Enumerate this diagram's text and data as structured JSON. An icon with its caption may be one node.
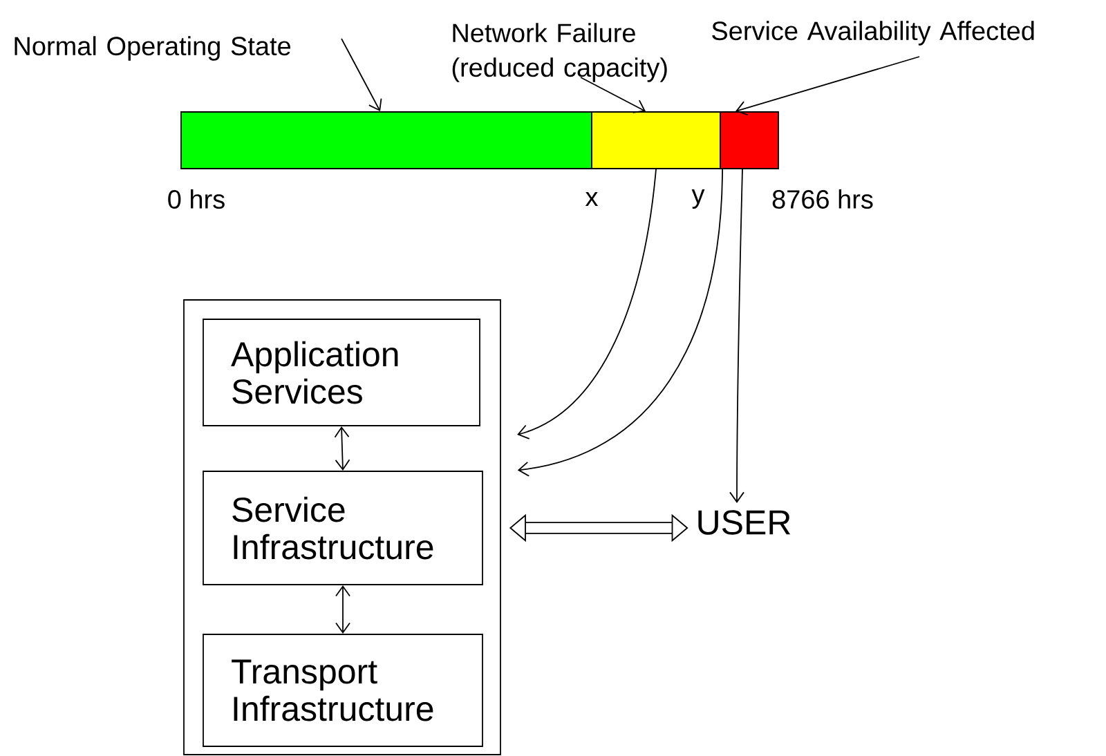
{
  "diagram": {
    "nodes": [
      {
        "text": [
          "Normal Operating State"
        ]
      },
      {
        "text": [
          "Network Failure (reduced capacity)"
        ]
      },
      {
        "text": [
          "Service Availability Affected"
        ]
      },
      {
        "text": [],
        "shape": "bar"
      },
      {
        "text": [],
        "shape": "bar"
      },
      {
        "text": [],
        "shape": "bar"
      },
      {
        "text": [],
        "shape": "box"
      },
      {
        "text": [
          "Application Services"
        ],
        "in": 6
      },
      {
        "text": [
          "Service Infrastructure"
        ],
        "in": 6
      },
      {
        "text": [
          "Transport Infrastructure"
        ],
        "in": 6
      },
      {
        "text": [
          "USER"
        ]
      }
    ],
    "edges": [
      {
        "from": 0,
        "to": 3,
        "arrow": "to"
      },
      {
        "from": 1,
        "to": 4,
        "arrow": "to"
      },
      {
        "from": 2,
        "to": 5,
        "arrow": "to"
      },
      {
        "from": 4,
        "to": 6,
        "arrow": "to"
      },
      {
        "from": 5,
        "to": 6,
        "arrow": "to"
      },
      {
        "from": 5,
        "to": 10,
        "arrow": "to"
      },
      {
        "from": 7,
        "to": 8,
        "arrow": "both"
      },
      {
        "from": 8,
        "to": 9,
        "arrow": "both"
      },
      {
        "from": 6,
        "to": 10,
        "arrow": "both",
        "style": "thick"
      }
    ],
    "labels": [
      "0 hrs",
      "x",
      "y",
      "8766 hrs"
    ]
  }
}
